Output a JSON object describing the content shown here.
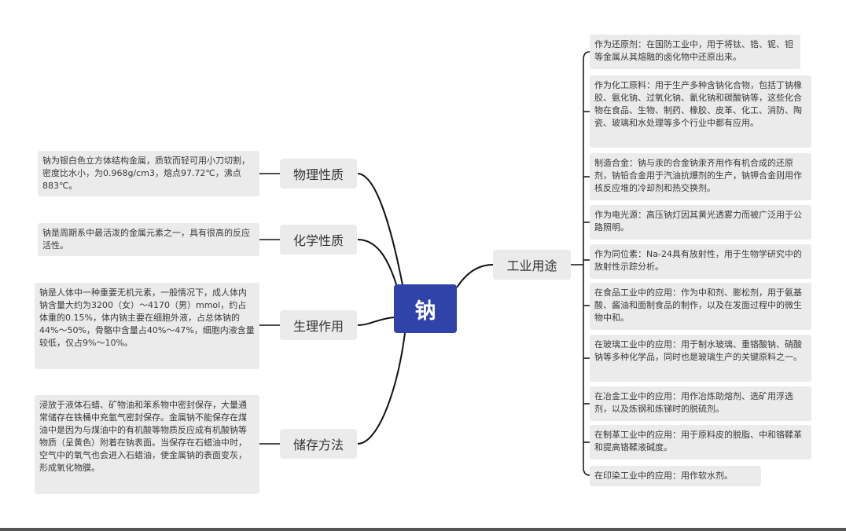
{
  "center": {
    "label": "钠"
  },
  "branches": [
    {
      "label": "物理性质",
      "leaves": [
        "钠为银白色立方体结构金属，质软而轻可用小刀切割，密度比水小，为0.968g/cm3，熔点97.72℃，沸点883℃。"
      ]
    },
    {
      "label": "化学性质",
      "leaves": [
        "钠是周期系中最活泼的金属元素之一，具有很高的反应活性。"
      ]
    },
    {
      "label": "生理作用",
      "leaves": [
        "钠是人体中一种重要无机元素，一般情况下，成人体内钠含量大约为3200（女）～4170（男）mmol，约占体重的0.15%，体内钠主要在细胞外液，占总体钠的44%～50%，骨骼中含量占40%～47%，细胞内液含量较低，仅占9%～10%。"
      ]
    },
    {
      "label": "储存方法",
      "leaves": [
        "浸放于液体石蜡、矿物油和苯系物中密封保存，大量通常储存在铁桶中充氩气密封保存。金属钠不能保存在煤油中是因为与煤油中的有机酸等物质反应成有机酸钠等物质（呈黄色）附着在钠表面。当保存在石蜡油中时，空气中的氧气也会进入石蜡油，使金属钠的表面变灰，形成氧化物膜。"
      ]
    },
    {
      "label": "工业用途",
      "leaves": [
        "作为还原剂：在国防工业中，用于将钛、锆、铌、钽等金属从其熔融的卤化物中还原出来。",
        "作为化工原料：用于生产多种含钠化合物，包括丁钠橡胶、氨化钠、过氧化钠、氰化钠和碳酸钠等，这些化合物在食品、生物、制药、橡胶、皮革、化工、消防、陶瓷、玻璃和水处理等多个行业中都有应用。",
        "制造合金：钠与汞的合金钠汞齐用作有机合成的还原剂，钠铅合金用于汽油抗爆剂的生产，钠钾合金则用作核反应堆的冷却剂和热交换剂。",
        "作为电光源：高压钠灯因其黄光透雾力而被广泛用于公路照明。",
        "作为同位素：Na-24具有放射性，用于生物学研究中的放射性示踪分析。",
        "在食品工业中的应用：作为中和剂、膨松剂，用于氨基酸、酱油和面制食品的制作，以及在发面过程中的微生物中和。",
        "在玻璃工业中的应用：用于制水玻璃、重铬酸钠、硝酸钠等多种化学品，同时也是玻璃生产的关键原料之一。",
        "在冶金工业中的应用：用作冶炼助熔剂、选矿用浮选剂，以及炼钢和炼锑时的脱硫剂。",
        "在制革工业中的应用：用于原料皮的脱脂、中和铬鞣革和提高铬鞣液碱度。",
        "在印染工业中的应用：用作软水剂。"
      ]
    }
  ],
  "colors": {
    "center": "#2f43a8",
    "node": "#ebebeb",
    "line": "#111111"
  }
}
